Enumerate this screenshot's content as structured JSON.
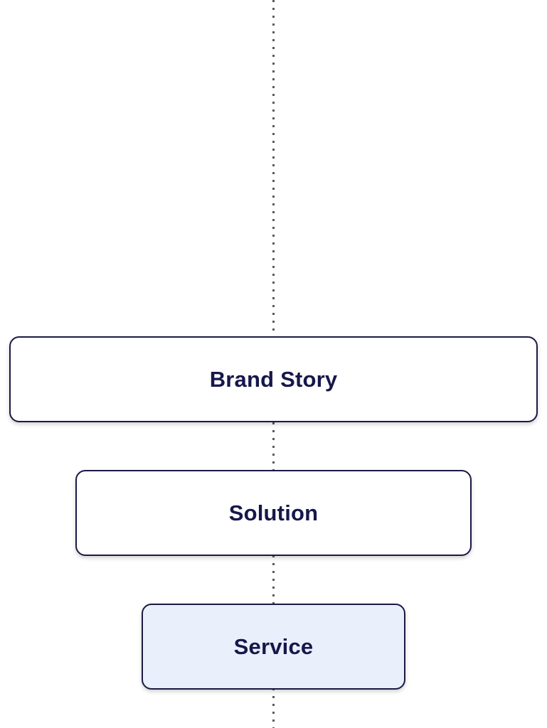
{
  "nodes": [
    {
      "label": "Brand Story",
      "fill": "#ffffff"
    },
    {
      "label": "Solution",
      "fill": "#ffffff"
    },
    {
      "label": "Service",
      "fill": "#e9f0fb"
    }
  ],
  "colors": {
    "border": "#1b1a45",
    "text": "#16174a",
    "connector": "#5a5a5a",
    "highlight": "#e9f0fb"
  }
}
